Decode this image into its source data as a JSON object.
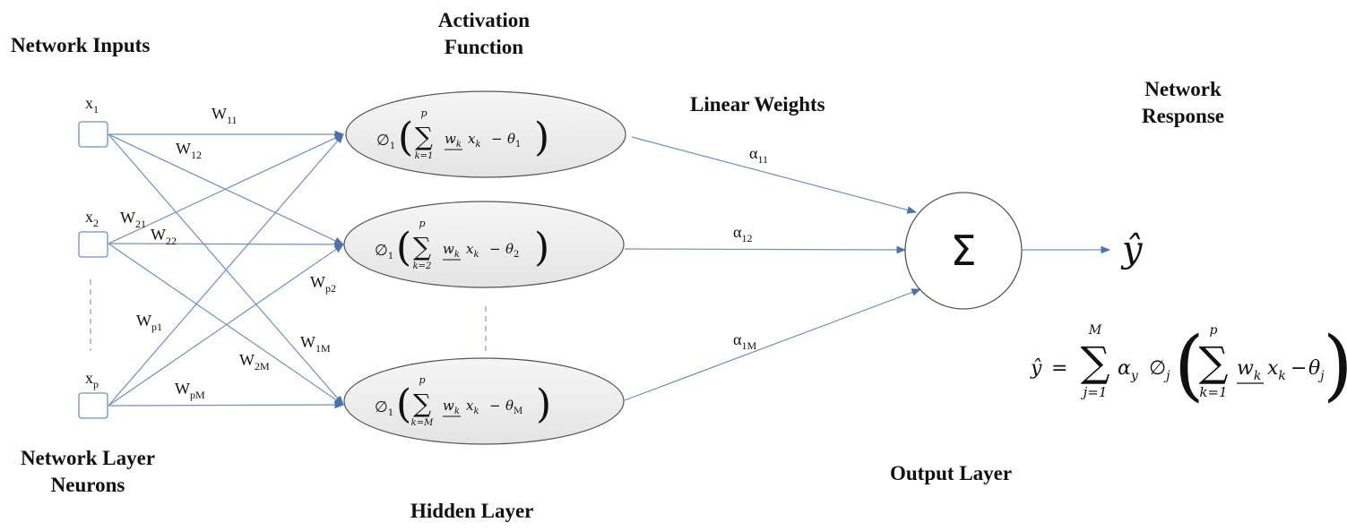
{
  "headings": {
    "network_inputs": "Network Inputs",
    "activation_function": [
      "Activation",
      "Function"
    ],
    "linear_weights": "Linear Weights",
    "network_response": [
      "Network",
      "Response"
    ],
    "network_layer_neurons": [
      "Network Layer",
      "Neurons"
    ],
    "hidden_layer": "Hidden Layer",
    "output_layer": "Output Layer"
  },
  "inputs": [
    {
      "base": "x",
      "sub": "1"
    },
    {
      "base": "x",
      "sub": "2"
    },
    {
      "base": "x",
      "sub": "p"
    }
  ],
  "input_weights": [
    {
      "base": "W",
      "sub": "11"
    },
    {
      "base": "W",
      "sub": "12"
    },
    {
      "base": "W",
      "sub": "21"
    },
    {
      "base": "W",
      "sub": "22"
    },
    {
      "base": "W",
      "sub": "p2"
    },
    {
      "base": "W",
      "sub": "p1"
    },
    {
      "base": "W",
      "sub": "1M"
    },
    {
      "base": "W",
      "sub": "2M"
    },
    {
      "base": "W",
      "sub": "pM"
    }
  ],
  "hidden_neurons": [
    {
      "phi": "∅",
      "phi_sub": "1",
      "sum_top": "p",
      "sum_bottom": "k=1",
      "w": "w",
      "w_sub": "k",
      "x": "x",
      "x_sub": "k",
      "minus": "−",
      "theta": "θ",
      "theta_sub": "1"
    },
    {
      "phi": "∅",
      "phi_sub": "1",
      "sum_top": "p",
      "sum_bottom": "k=2",
      "w": "w",
      "w_sub": "k",
      "x": "x",
      "x_sub": "k",
      "minus": "−",
      "theta": "θ",
      "theta_sub": "2"
    },
    {
      "phi": "∅",
      "phi_sub": "1",
      "sum_top": "p",
      "sum_bottom": "k=M",
      "w": "w",
      "w_sub": "k",
      "x": "x",
      "x_sub": "k",
      "minus": "−",
      "theta": "θ",
      "theta_sub": "M"
    }
  ],
  "output_weights": [
    {
      "base": "α",
      "sub": "11"
    },
    {
      "base": "α",
      "sub": "12"
    },
    {
      "base": "α",
      "sub": "1M"
    }
  ],
  "output_symbol": "Σ",
  "response_symbol": "ŷ",
  "formula": {
    "lhs": "ŷ",
    "equals": "=",
    "outer_top": "M",
    "outer_bottom": "j=1",
    "alpha": "α",
    "alpha_sub": "y",
    "phi": "∅",
    "phi_sub": "j",
    "inner_top": "p",
    "inner_bottom": "k=1",
    "w": "w",
    "w_sub": "k",
    "x": "x",
    "x_sub": "k",
    "minus": "−",
    "theta": "θ",
    "theta_sub": "j"
  }
}
